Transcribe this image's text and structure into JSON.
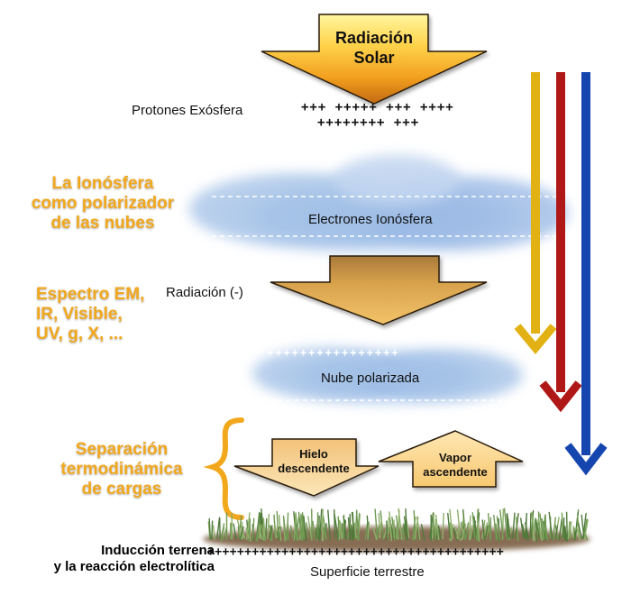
{
  "top_arrow": {
    "line1": "Radiación",
    "line2": "Solar"
  },
  "exosphere": {
    "label": "Protones Exósfera",
    "plus_row1": "+++ +++++ +++ ++++",
    "plus_row2": "++++++++ +++"
  },
  "ionosphere": {
    "label": "Electrones Ionósfera"
  },
  "ionosphere_note": {
    "line1": "La Ionósfera",
    "line2": "como polarizador",
    "line3": "de las nubes"
  },
  "radiation_arrow": {
    "label": "Radiación (-)"
  },
  "spectrum_note": {
    "line1": "Espectro EM,",
    "line2": "IR, Visible,",
    "line3": "UV, g, X, ..."
  },
  "polarized_cloud": {
    "label": "Nube polarizada",
    "plus_row": "++++++++++++++++"
  },
  "separation_note": {
    "line1": "Separación",
    "line2": "termodinámica",
    "line3": "de cargas"
  },
  "ice_arrow": {
    "line1": "Hielo",
    "line2": "descendente"
  },
  "vapor_arrow": {
    "line1": "Vapor",
    "line2": "ascendente"
  },
  "induction_note": {
    "line1": "Inducción terrena",
    "line2": "y la reacción electrolítica"
  },
  "ground": {
    "plus_row": "++++++++++++++++++++++++++++++++++++++++",
    "label": "Superficie terrestre"
  },
  "colors": {
    "orange_text": "#f2a81d",
    "yellow_arrow": "#e2b215",
    "red_arrow": "#b01818",
    "blue_arrow": "#1546b0",
    "cloud": "#8fb3df",
    "grass": "#5d8a45"
  }
}
